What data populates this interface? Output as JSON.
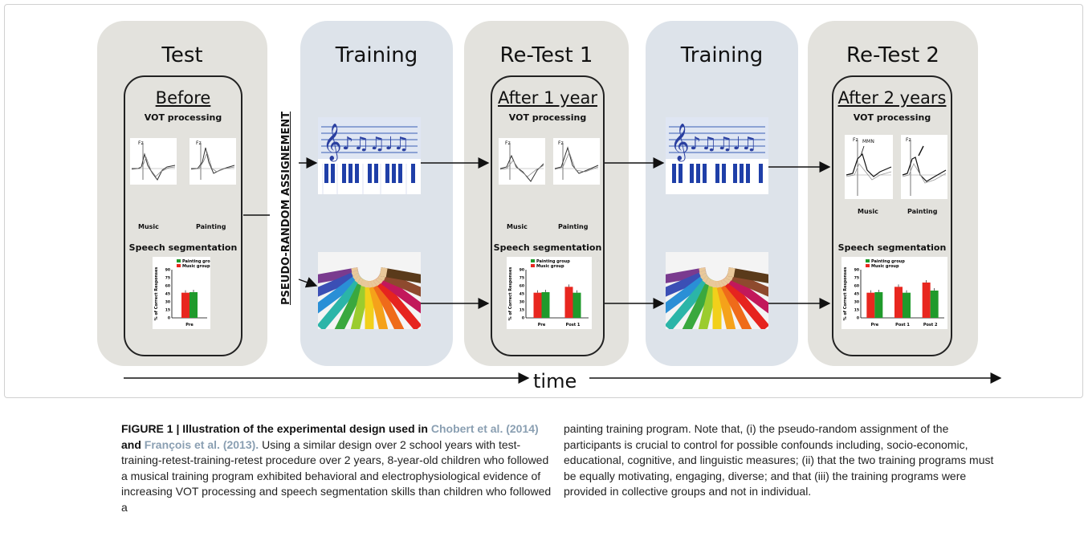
{
  "figure": {
    "panels": {
      "test": "Test",
      "training1": "Training",
      "retest1": "Re-Test 1",
      "training2": "Training",
      "retest2": "Re-Test 2"
    },
    "cards": {
      "before": "Before",
      "after1": "After 1 year",
      "after2": "After 2 years",
      "vot": "VOT processing",
      "speech": "Speech segmentation",
      "fz": "Fz",
      "mmn": "MMN",
      "music": "Music",
      "painting": "Painting"
    },
    "assignment_label": "PSEUDO-RANDOM ASSIGNEMENT",
    "time_label": "time",
    "bar_legend": {
      "painting": "Painting group",
      "music": "Music group"
    },
    "bar_ylabel": "% of Correct Responses",
    "bar_ticks": [
      "90",
      "75",
      "60",
      "45",
      "30",
      "15",
      "0"
    ],
    "bar_categories": {
      "pre": "Pre",
      "post1": "Post 1",
      "post2": "Post 2"
    },
    "colors": {
      "music": "#e8271f",
      "painting": "#1f9a2b",
      "test_panel": "#e3e2dd",
      "training_panel": "#dde3ea"
    }
  },
  "chart_data": {
    "type": "bar",
    "categories": [
      "Pre",
      "Post 1",
      "Post 2"
    ],
    "series": [
      {
        "name": "Music group",
        "values": [
          47,
          58,
          66
        ]
      },
      {
        "name": "Painting group",
        "values": [
          48,
          47,
          51
        ]
      }
    ],
    "ylabel": "% of Correct Responses",
    "ylim": [
      0,
      90
    ]
  },
  "caption": {
    "figure_label": "FIGURE 1 | Illustration of the experimental design used in",
    "cite1": "Chobert et al. (2014)",
    "and": "and",
    "cite2": "François et al. (2013).",
    "left_text": "Using a similar design over 2 school years with test-training-retest-training-retest procedure over 2 years, 8-year-old children who followed a musical training program exhibited behavioral and electrophysiological evidence of increasing VOT processing and speech segmentation skills than children who followed a",
    "right_text": "painting training program. Note that, (i) the pseudo-random assignment of the participants is crucial to control for possible confounds including, socio-economic, educational, cognitive, and linguistic measures; (ii) that the two training programs must be equally motivating, engaging, diverse; and that (iii) the training programs were provided in collective groups and not in individual."
  }
}
